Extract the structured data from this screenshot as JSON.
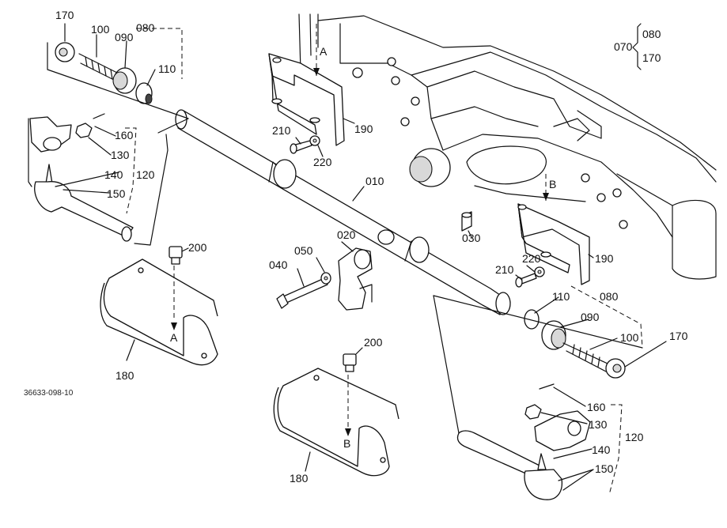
{
  "drawing_id": "36633-098-10",
  "legend": {
    "main": "070",
    "sub_top": "080",
    "sub_bottom": "170"
  },
  "labels": {
    "p170_top_left": "170",
    "p100_top_left": "100",
    "p090_top_left": "090",
    "p080_top_left": "080",
    "p110_top_left": "110",
    "p160_left": "160",
    "p130_left": "130",
    "p140_left": "140",
    "p120_left": "120",
    "p150_left": "150",
    "p200_left": "200",
    "p180_left": "180",
    "marker_a_bottom": "A",
    "marker_a_top": "A",
    "p190_top": "190",
    "p210_top": "210",
    "p220_top": "220",
    "p010": "010",
    "p020": "020",
    "p050": "050",
    "p040": "040",
    "p030": "030",
    "marker_b_top": "B",
    "p190_right": "190",
    "p220_right": "220",
    "p210_right": "210",
    "p110_right": "110",
    "p080_right": "080",
    "p090_right": "090",
    "p100_right": "100",
    "p170_right": "170",
    "p200_center": "200",
    "marker_b_bottom": "B",
    "p180_center": "180",
    "p160_right": "160",
    "p130_right": "130",
    "p120_right": "120",
    "p140_right": "140",
    "p150_right": "150"
  }
}
